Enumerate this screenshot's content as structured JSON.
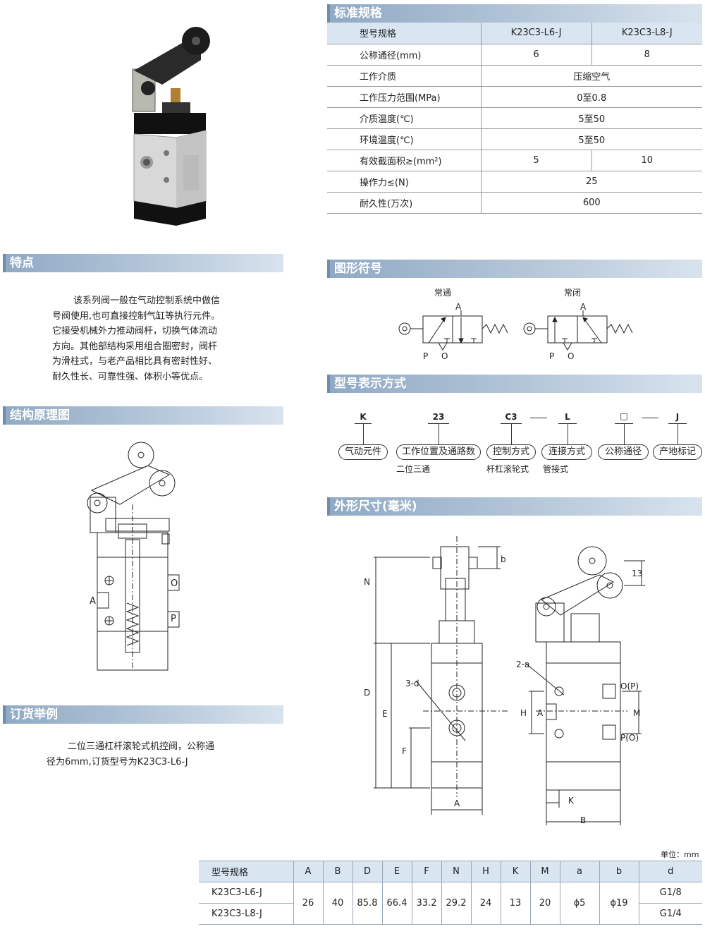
{
  "sections": {
    "spec": "标准规格",
    "features": "特点",
    "structure": "结构原理图",
    "order": "订货举例",
    "symbol": "图形符号",
    "model": "型号表示方式",
    "dimensions": "外形尺寸(毫米)"
  },
  "spec_table": {
    "header": [
      "型号规格",
      "K23C3-L6-J",
      "K23C3-L8-J"
    ],
    "rows": [
      {
        "label": "公称通径(mm)",
        "v1": "6",
        "v2": "8"
      },
      {
        "label": "工作介质",
        "v": "压缩空气"
      },
      {
        "label": "工作压力范围(MPa)",
        "v": "0至0.8"
      },
      {
        "label": "介质温度(℃)",
        "v": "5至50"
      },
      {
        "label": "环境温度(℃)",
        "v": "5至50"
      },
      {
        "label": "有效截面积≥(mm²)",
        "v1": "5",
        "v2": "10"
      },
      {
        "label": "操作力≤(N)",
        "v": "25"
      },
      {
        "label": "耐久性(万次)",
        "v": "600"
      }
    ]
  },
  "features_text": [
    "该系列阀一般在气动控制系统中做信",
    "号阀使用,也可直接控制气缸等执行元件。",
    "它接受机械外力推动阀杆，切换气体流动",
    "方向。其他部结构采用组合圈密封，阀杆",
    "为滑柱式，与老产品相比具有密封性好、",
    "耐久性长、可靠性强、体积小等优点。"
  ],
  "order_text": [
    "二位三通杠杆滚轮式机控阀，公称通",
    "径为6mm,订货型号为K23C3-L6-J"
  ],
  "symbol": {
    "normally_open": "常通",
    "normally_closed": "常闭",
    "port_a": "A",
    "port_p": "P",
    "port_o": "O"
  },
  "model_code": {
    "codes": [
      "K",
      "23",
      "C3",
      "L",
      "□",
      "J"
    ],
    "labels": [
      "气动元件",
      "工作位置及通路数",
      "控制方式",
      "连接方式",
      "公称通径",
      "产地标记"
    ],
    "subs": [
      "二位三通",
      "杆杠滚轮式",
      "管接式"
    ]
  },
  "structure_labels": {
    "o": "O",
    "a": "A",
    "p": "P"
  },
  "dim_drawing_labels": {
    "b": "b",
    "n": "N",
    "d": "D",
    "e": "E",
    "f": "F",
    "a": "A",
    "three_d": "3-d",
    "two_a": "2-a",
    "h": "H",
    "m": "M",
    "k": "K",
    "bw": "B",
    "thirteen": "13",
    "op": "O(P)",
    "po": "P(O)",
    "a_port": "A"
  },
  "unit": "单位：mm",
  "dim_table": {
    "header": [
      "型号规格",
      "A",
      "B",
      "D",
      "E",
      "F",
      "N",
      "H",
      "K",
      "M",
      "a",
      "b",
      "d"
    ],
    "models": [
      "K23C3-L6-J",
      "K23C3-L8-J"
    ],
    "shared": [
      "26",
      "40",
      "85.8",
      "66.4",
      "33.2",
      "29.2",
      "24",
      "13",
      "20",
      "ϕ5",
      "ϕ19"
    ],
    "d_values": [
      "G1/8",
      "G1/4"
    ]
  },
  "colors": {
    "bar": "#8fa9c4",
    "table_head": "#d9e6f2"
  }
}
